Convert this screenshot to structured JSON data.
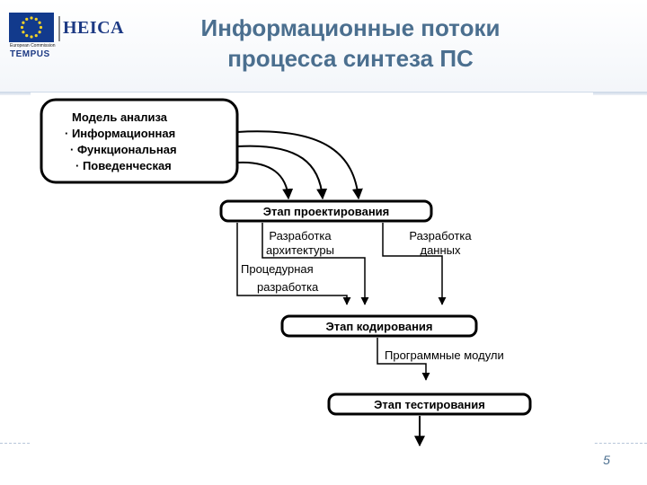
{
  "slide": {
    "title_line1": "Информационные потоки",
    "title_line2": "процесса синтеза ПС",
    "page_number": "5"
  },
  "logo": {
    "heica": "HEICA",
    "eu_caption": "European Commission",
    "tempus": "TEMPUS"
  },
  "diagram": {
    "analysis_model": {
      "title": "Модель анализа",
      "items": [
        "· Информационная",
        "· Функциональная",
        "· Поведенческая"
      ]
    },
    "design_stage": "Этап проектирования",
    "architecture_dev": [
      "Разработка",
      "архитектуры"
    ],
    "data_dev": [
      "Разработка",
      "данных"
    ],
    "procedural_dev": [
      "Процедурная",
      "разработка"
    ],
    "coding_stage": "Этап кодирования",
    "program_modules": "Программные модули",
    "testing_stage": "Этап тестирования"
  }
}
